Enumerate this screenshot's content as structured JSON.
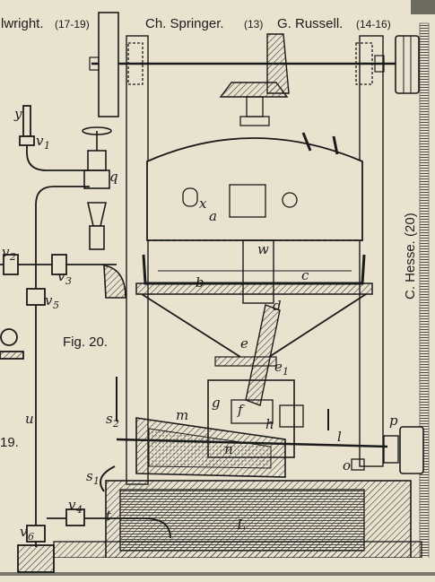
{
  "header": {
    "credit_left": "lwright.",
    "credit_left_num": "(17-19)",
    "credit_mid": "Ch. Springer.",
    "credit_mid_num": "(13)",
    "credit_right": "G. Russell.",
    "credit_right_num": "(14-16)"
  },
  "side_credit": "C. Hesse. (20)",
  "figure": {
    "caption": "Fig. 20.",
    "fragment_left": "19."
  },
  "labels": {
    "y": "y",
    "v1": "v",
    "v1_sub": "1",
    "q": "q",
    "x": "x",
    "a": "a",
    "w": "w",
    "c": "c",
    "b": "b",
    "v2": "v",
    "v2_sub": "2",
    "v3": "v",
    "v3_sub": "3",
    "v5": "v",
    "v5_sub": "5",
    "d": "d",
    "e": "e",
    "e1": "e",
    "e1_sub": "1",
    "g": "g",
    "f": "f",
    "h": "h",
    "u": "u",
    "s2": "s",
    "s2_sub": "2",
    "m": "m",
    "n": "n",
    "l": "l",
    "p": "p",
    "o": "o",
    "s1": "s",
    "s1_sub": "1",
    "v4": "v",
    "v4_sub": "4",
    "t": "t",
    "L": "L",
    "v6": "v",
    "v6_sub": "6"
  },
  "colors": {
    "paper": "#e9e2cf",
    "ink": "#1b1b1b",
    "hatch": "#3a3a3a",
    "frame": "#7a776c"
  }
}
